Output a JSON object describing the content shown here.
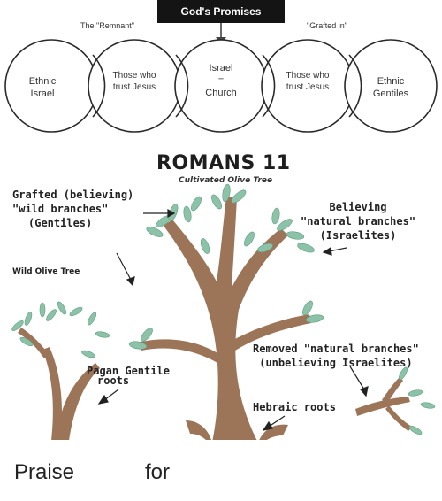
{
  "header": {
    "banner": "God's Promises",
    "remnant_label": "The \"Remnant\"",
    "grafted_label": "\"Grafted in\""
  },
  "venn": {
    "ethnic_israel": [
      "Ethnic",
      "Israel"
    ],
    "those_who_left": [
      "Those who",
      "trust Jesus"
    ],
    "center": [
      "Israel",
      "=",
      "Church"
    ],
    "those_who_right": [
      "Those who",
      "trust Jesus"
    ],
    "ethnic_gentiles": [
      "Ethnic",
      "Gentiles"
    ]
  },
  "title": "ROMANS 11",
  "subtitle": "Cultivated Olive Tree",
  "labels": {
    "grafted": [
      "Grafted (believing)",
      "\"wild branches\"",
      "(Gentiles)"
    ],
    "believing": [
      "Believing",
      "\"natural branches\"",
      "(Israelites)"
    ],
    "wild_olive": "Wild Olive Tree",
    "pagan_roots": [
      "Pagan Gentile",
      "roots"
    ],
    "removed": [
      "Removed \"natural branches\"",
      "(unbelieving Israelites)"
    ],
    "hebraic_roots": "Hebraic roots"
  },
  "caption": {
    "word1": "Praise",
    "word2": "for"
  },
  "colors": {
    "trunk": "#9c7559",
    "leaf": "#8cc3a8",
    "leaf_dark": "#5f9e84",
    "banner_bg": "#141414"
  }
}
